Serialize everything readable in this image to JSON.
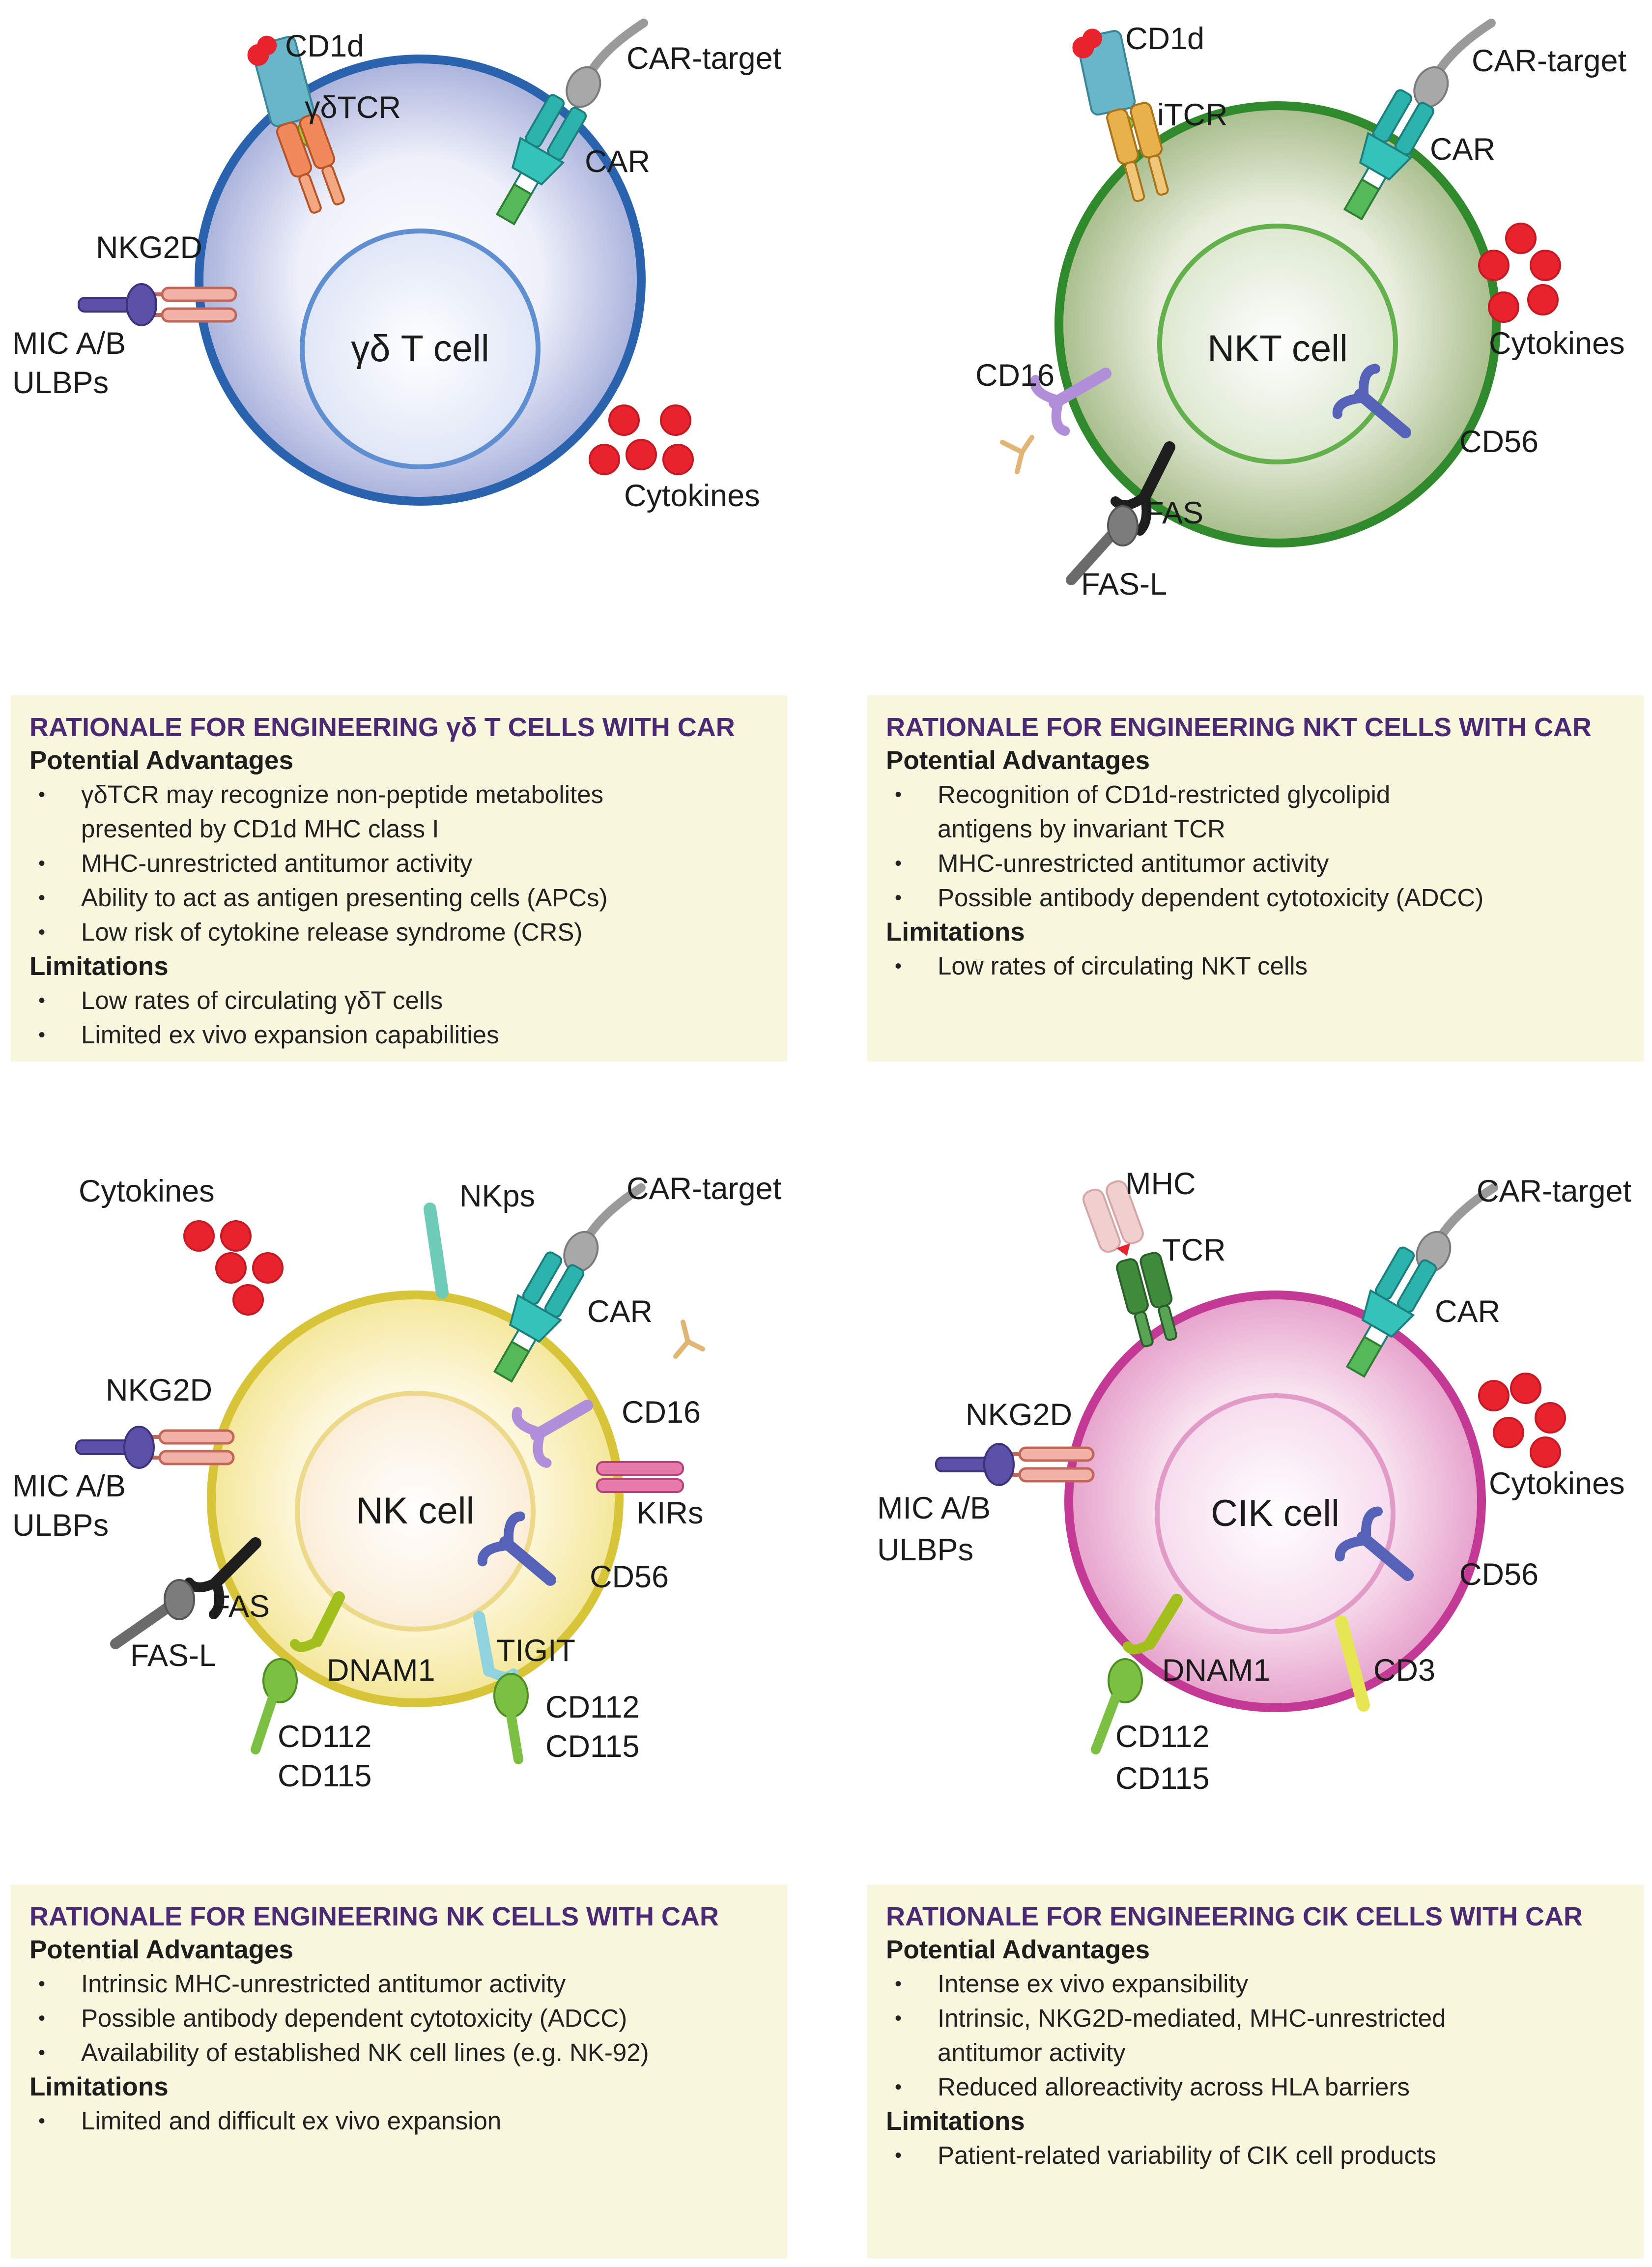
{
  "cells": {
    "gd": {
      "name": "γδ T cell",
      "labels": {
        "cd1d": "CD1d",
        "tcr": "γδTCR",
        "car_target": "CAR-target",
        "car": "CAR",
        "nkg2d": "NKG2D",
        "mic": "MIC A/B",
        "ulbp": "ULBPs",
        "cytokines": "Cytokines"
      }
    },
    "nkt": {
      "name": "NKT cell",
      "labels": {
        "cd1d": "CD1d",
        "tcr": "iTCR",
        "car_target": "CAR-target",
        "car": "CAR",
        "cytokines": "Cytokines",
        "cd16": "CD16",
        "cd56": "CD56",
        "fas": "FAS",
        "fasl": "FAS-L"
      }
    },
    "nk": {
      "name": "NK cell",
      "labels": {
        "cytokines": "Cytokines",
        "nkps": "NKps",
        "car_target": "CAR-target",
        "car": "CAR",
        "cd16": "CD16",
        "nkg2d": "NKG2D",
        "mic": "MIC A/B",
        "ulbp": "ULBPs",
        "kirs": "KIRs",
        "cd56": "CD56",
        "fas": "FAS",
        "fasl": "FAS-L",
        "tigit": "TIGIT",
        "dnam1": "DNAM1",
        "cd112a": "CD112",
        "cd115a": "CD115",
        "cd112b": "CD112",
        "cd115b": "CD115"
      }
    },
    "cik": {
      "name": "CIK cell",
      "labels": {
        "mhc": "MHC",
        "tcr": "TCR",
        "car_target": "CAR-target",
        "car": "CAR",
        "nkg2d": "NKG2D",
        "mic": "MIC A/B",
        "ulbp": "ULBPs",
        "cytokines": "Cytokines",
        "cd56": "CD56",
        "dnam1": "DNAM1",
        "cd3": "CD3",
        "cd112": "CD112",
        "cd115": "CD115"
      }
    }
  },
  "panels": {
    "gd": {
      "title": "RATIONALE FOR ENGINEERING γδ T CELLS WITH CAR",
      "adv_heading": "Potential Advantages",
      "advantages": [
        "γδTCR may recognize non-peptide metabolites",
        "presented by CD1d MHC class I",
        "MHC-unrestricted antitumor activity",
        "Ability to act as antigen presenting cells (APCs)",
        "Low risk of cytokine release syndrome (CRS)"
      ],
      "lim_heading": "Limitations",
      "limitations": [
        "Low rates of circulating γδT cells",
        "Limited ex vivo expansion capabilities"
      ]
    },
    "nkt": {
      "title": "RATIONALE FOR ENGINEERING NKT CELLS WITH CAR",
      "adv_heading": "Potential Advantages",
      "advantages": [
        "Recognition of CD1d-restricted glycolipid",
        "antigens by invariant TCR",
        "MHC-unrestricted antitumor activity",
        "Possible antibody dependent cytotoxicity (ADCC)"
      ],
      "lim_heading": "Limitations",
      "limitations": [
        "Low rates of circulating NKT cells"
      ]
    },
    "nk": {
      "title": "RATIONALE FOR ENGINEERING NK CELLS WITH CAR",
      "adv_heading": "Potential Advantages",
      "advantages": [
        "Intrinsic MHC-unrestricted antitumor activity",
        "Possible antibody dependent cytotoxicity (ADCC)",
        "Availability of established NK cell lines (e.g. NK-92)"
      ],
      "lim_heading": "Limitations",
      "limitations": [
        "Limited and difficult ex vivo expansion"
      ]
    },
    "cik": {
      "title": "RATIONALE FOR ENGINEERING CIK CELLS WITH CAR",
      "adv_heading": "Potential Advantages",
      "advantages": [
        "Intense ex vivo expansibility",
        "Intrinsic, NKG2D-mediated, MHC-unrestricted",
        "antitumor activity",
        "Reduced alloreactivity across HLA barriers"
      ],
      "lim_heading": "Limitations",
      "limitations": [
        "Patient-related variability of CIK cell products"
      ]
    }
  },
  "colors": {
    "gd_ring": "#2a63ad",
    "nkt_ring": "#2f8a2c",
    "nk_ring": "#d8c438",
    "cik_ring": "#c23a94",
    "cytokine": "#e8232e",
    "car": "#2bb3ad",
    "panel_bg": "#f8f6dc",
    "panel_title": "#4b2a73"
  }
}
